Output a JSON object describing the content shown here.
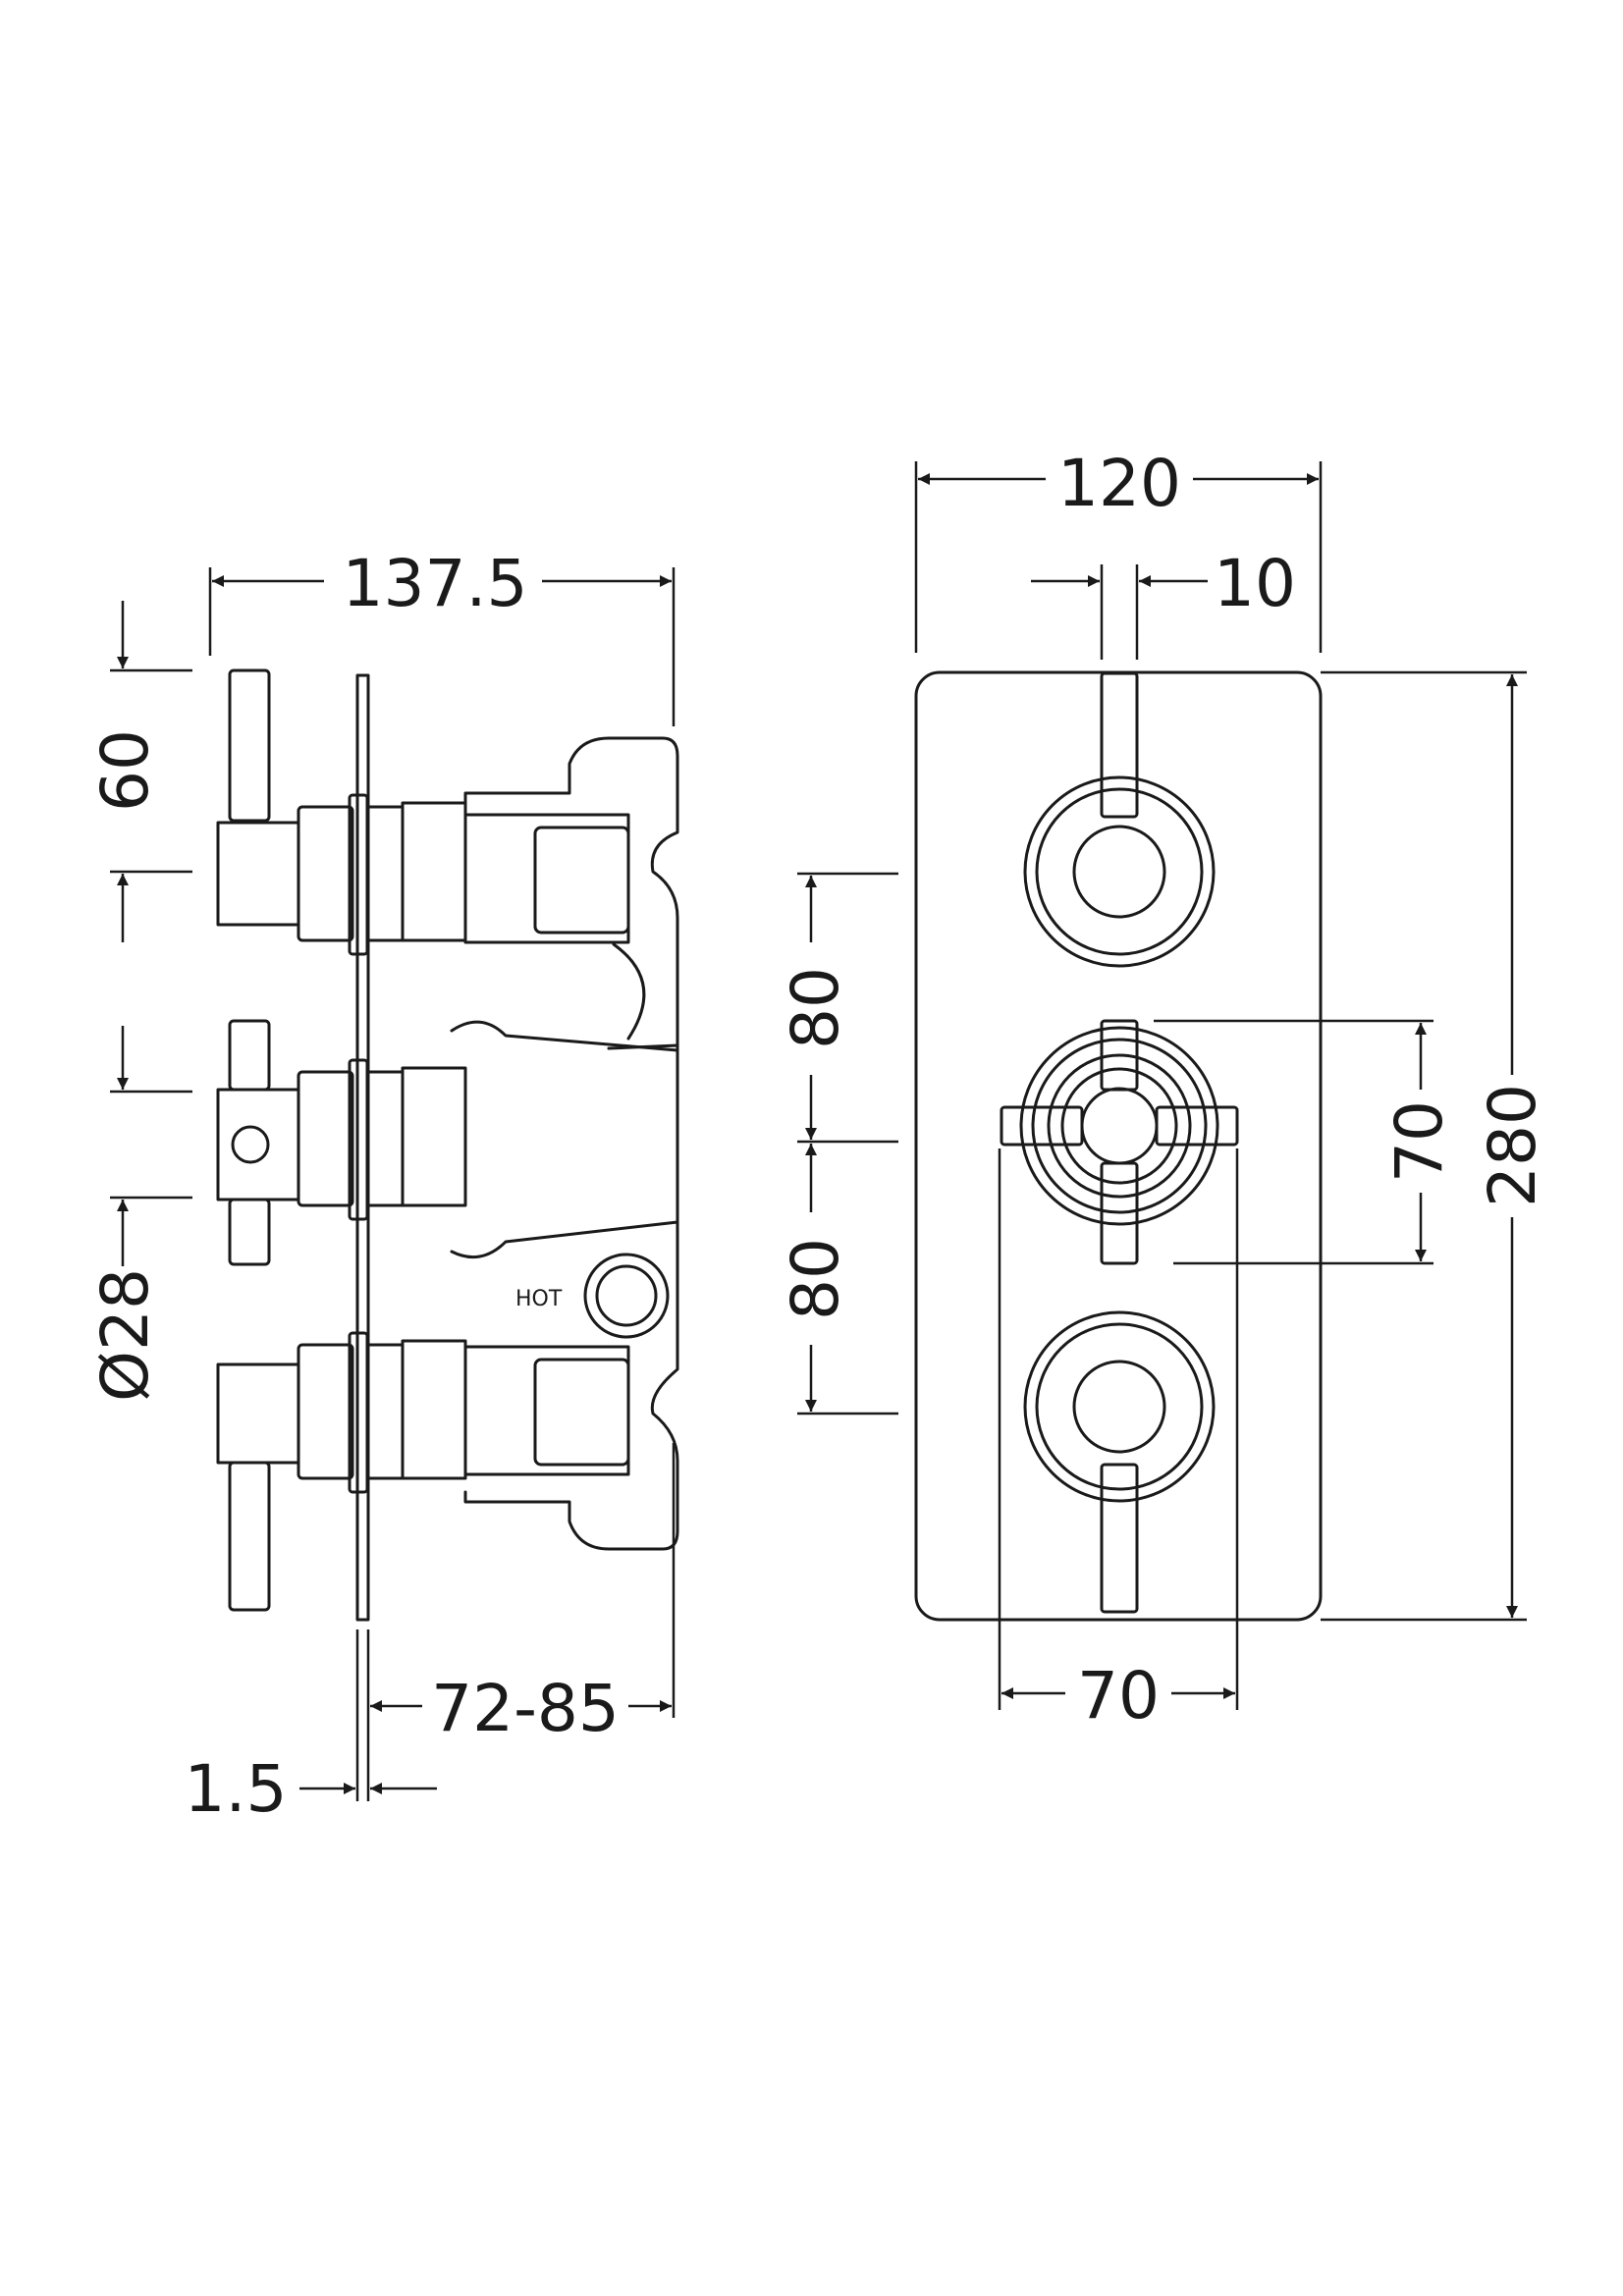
{
  "side_view": {
    "dim_overall_depth": "137.5",
    "dim_lever_spacing": "60",
    "dim_diameter": "Ø28",
    "dim_wall_depth": "72-85",
    "dim_plate_thickness": "1.5",
    "hot_label": "HOT"
  },
  "front_view": {
    "dim_plate_width": "120",
    "dim_lever_width": "10",
    "dim_spacing_upper": "80",
    "dim_spacing_lower": "80",
    "dim_cross_height": "70",
    "dim_plate_height": "280",
    "dim_cross_width": "70"
  }
}
